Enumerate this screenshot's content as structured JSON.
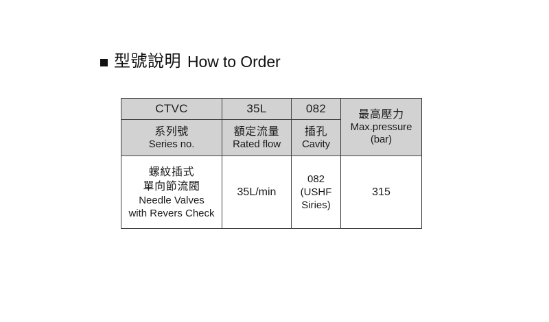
{
  "heading": {
    "bullet": "square-bullet",
    "cjk": "型號說明",
    "en": "How to Order"
  },
  "table": {
    "code_row": {
      "series": "CTVC",
      "rated_flow": "35L",
      "cavity": "082"
    },
    "label_row": {
      "series_cjk": "系列號",
      "series_en": "Series no.",
      "rated_flow_cjk": "額定流量",
      "rated_flow_en": "Rated flow",
      "cavity_cjk": "插孔",
      "cavity_en": "Cavity"
    },
    "pressure_header": {
      "cjk": "最高壓力",
      "en": "Max.pressure",
      "unit": "(bar)"
    },
    "data_row": {
      "series_cjk_line1": "螺紋插式",
      "series_cjk_line2": "單向節流閥",
      "series_en_line1": "Needle Valves",
      "series_en_line2": "with Revers Check",
      "rated_flow": "35L/min",
      "cavity_line1": "082",
      "cavity_line2": "(USHF",
      "cavity_line3": "Siries)",
      "max_pressure": "315"
    }
  },
  "colors": {
    "header_fill": "#d2d2d2",
    "border": "#3c3c3c",
    "text": "#1a1a1a",
    "background": "#ffffff"
  }
}
